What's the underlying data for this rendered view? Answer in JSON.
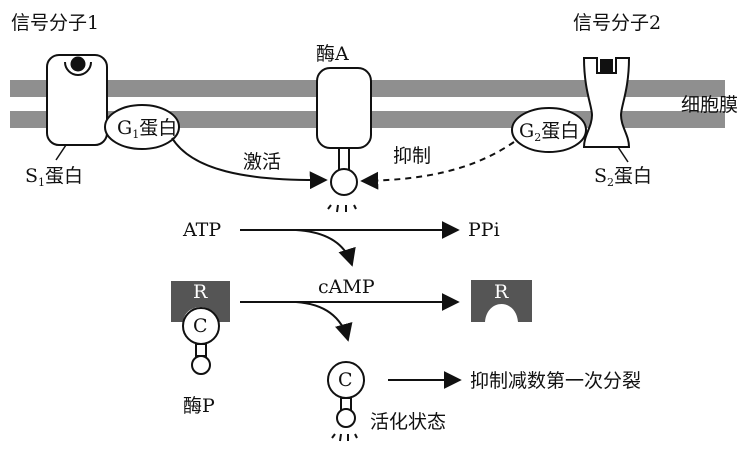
{
  "labels": {
    "signal_molecule_1": "信号分子1",
    "signal_molecule_2": "信号分子2",
    "enzyme_a": "酶A",
    "cell_membrane": "细胞膜",
    "s1_protein": {
      "main": "S",
      "sub": "1",
      "suffix": "蛋白"
    },
    "s2_protein": {
      "main": "S",
      "sub": "2",
      "suffix": "蛋白"
    },
    "g1_protein": {
      "main": "G",
      "sub": "1",
      "suffix": "蛋白"
    },
    "g2_protein": {
      "main": "G",
      "sub": "2",
      "suffix": "蛋白"
    },
    "activate": "激活",
    "inhibit": "抑制",
    "atp": "ATP",
    "ppi": "PPi",
    "camp": "cAMP",
    "r_subunit": "R",
    "c_subunit": "C",
    "enzyme_p": "酶P",
    "active_state": "活化状态",
    "meiosis_inhibition": "抑制减数第一次分裂"
  }
}
